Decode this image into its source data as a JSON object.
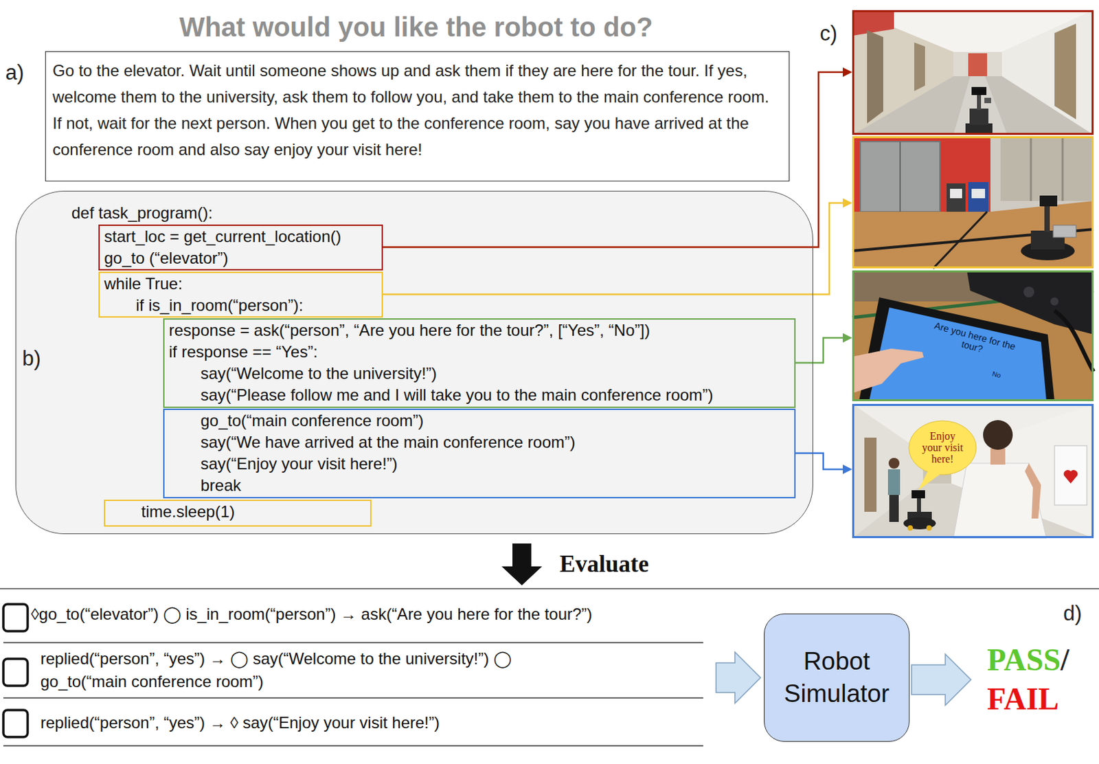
{
  "diagram": {
    "title": "What would you like the robot to do?",
    "nodes": [
      {
        "text": [
          "Go to the elevator. Wait until someone shows up and ask them if they are here for the tour. If yes, welcome them to the university, ask them to follow you, and take them to the main conference room. If not, wait for the next person. When you get to the conference room, say you have arrived at the conference room and also say enjoy your visit here!"
        ]
      },
      {
        "text": [
          "def task_program():"
        ]
      },
      {
        "text": [
          "start_loc = get_current_location()",
          "go_to (“elevator”)"
        ],
        "in": 1
      },
      {
        "text": [
          "while True:",
          "if is_in_room(“person”):"
        ],
        "in": 1
      },
      {
        "text": [
          "response = ask(“person”, “Are you here for the tour?”, [“Yes”, “No”])",
          "if response == “Yes”:",
          "say(“Welcome to the university!”)",
          "say(“Please follow me and I will take you to the main conference room”)"
        ],
        "in": 1
      },
      {
        "text": [
          "go_to(“main conference room”)",
          "say(“We have arrived at the main conference room”)",
          "say(“Enjoy your visit here!”)",
          "break"
        ],
        "in": 1
      },
      {
        "text": [
          "time.sleep(1)"
        ],
        "in": 1
      },
      {
        "text": []
      },
      {
        "text": []
      },
      {
        "text": [
          "Are you here for the tour?",
          "No"
        ]
      },
      {
        "text": [
          "Enjoy your visit here!"
        ]
      },
      {
        "text": []
      },
      {
        "text": [
          "◊go_to(“elevator”) ◯ is_in_room(“person”) → ask(“Are you here for the tour?”)"
        ],
        "in": 11
      },
      {
        "text": [
          "replied(“person”, “yes”) → ◯ say(“Welcome to the university!”) ◯ go_to(“main conference room”)"
        ],
        "in": 11
      },
      {
        "text": [
          "replied(“person”, “yes”) → ◊ say(“Enjoy your visit here!”)"
        ],
        "in": 11
      },
      {
        "text": [
          "Robot Simulator"
        ]
      },
      {
        "text": [
          "PASS",
          "/",
          "FAIL"
        ]
      }
    ],
    "edges": [
      {
        "from": 2,
        "to": 7,
        "arrow": "to"
      },
      {
        "from": 3,
        "to": 8,
        "arrow": "to"
      },
      {
        "from": 4,
        "to": 9,
        "arrow": "to"
      },
      {
        "from": 5,
        "to": 10,
        "arrow": "to"
      },
      {
        "from": 1,
        "to": 11,
        "label": "Evaluate",
        "arrow": "to"
      },
      {
        "from": 11,
        "to": 15,
        "arrow": "to"
      },
      {
        "from": 15,
        "to": 16,
        "arrow": "to"
      }
    ],
    "labels": [
      "a)",
      "b)",
      "c)",
      "d)"
    ]
  }
}
